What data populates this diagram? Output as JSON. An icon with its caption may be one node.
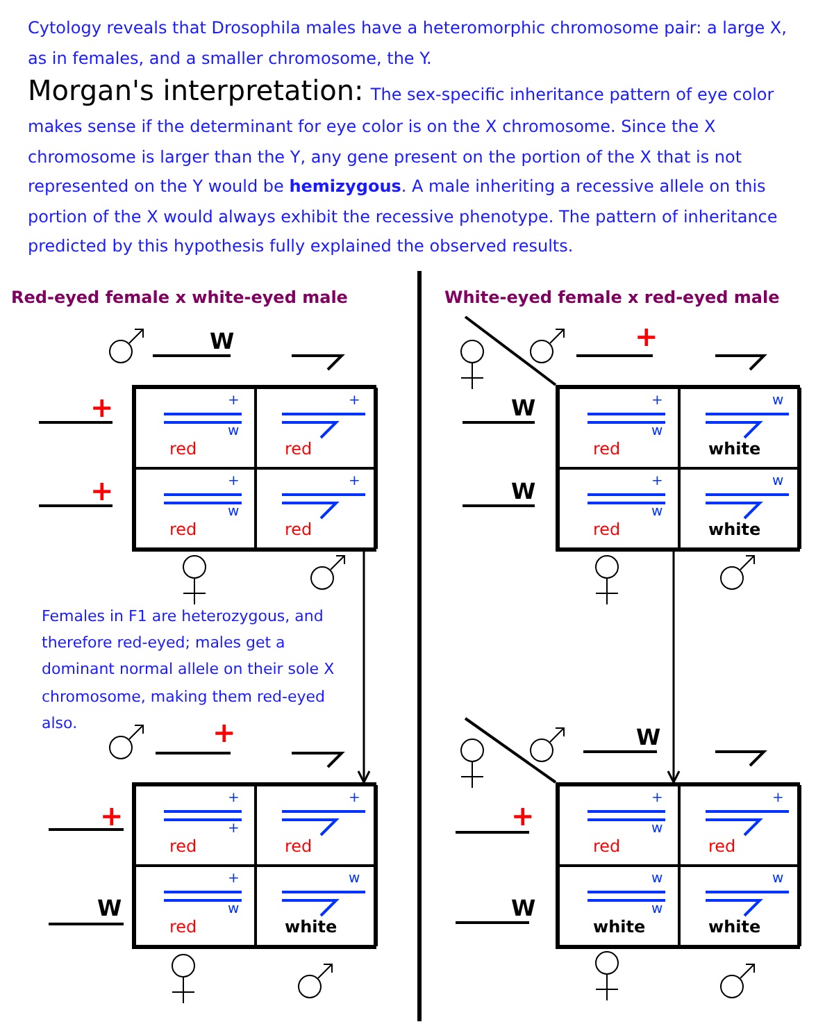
{
  "diagram": {
    "nodes": [
      {
        "text": [],
        "shape": "box"
      },
      {
        "text": [
          "+",
          "w",
          "red"
        ],
        "in": 0
      },
      {
        "text": [
          "+",
          "red"
        ],
        "in": 0
      },
      {
        "text": [
          "+",
          "w",
          "red"
        ],
        "in": 0
      },
      {
        "text": [
          "+",
          "red"
        ],
        "in": 0
      },
      {
        "text": [],
        "shape": "box"
      },
      {
        "text": [
          "+",
          "w",
          "red"
        ],
        "in": 5
      },
      {
        "text": [
          "w",
          "white"
        ],
        "in": 5
      },
      {
        "text": [
          "+",
          "w",
          "red"
        ],
        "in": 5
      },
      {
        "text": [
          "w",
          "white"
        ],
        "in": 5
      },
      {
        "text": [],
        "shape": "box"
      },
      {
        "text": [
          "+",
          "+",
          "red"
        ],
        "in": 10
      },
      {
        "text": [
          "+",
          "red"
        ],
        "in": 10
      },
      {
        "text": [
          "+",
          "w",
          "red"
        ],
        "in": 10
      },
      {
        "text": [
          "w",
          "white"
        ],
        "in": 10
      },
      {
        "text": [],
        "shape": "box"
      },
      {
        "text": [
          "+",
          "w",
          "red"
        ],
        "in": 15
      },
      {
        "text": [
          "+",
          "red"
        ],
        "in": 15
      },
      {
        "text": [
          "w",
          "w",
          "white"
        ],
        "in": 15
      },
      {
        "text": [
          "w",
          "white"
        ],
        "in": 15
      }
    ],
    "edges": [
      {
        "from": 0,
        "to": 10,
        "arrow": "to"
      },
      {
        "from": 5,
        "to": 15,
        "arrow": "to"
      }
    ],
    "labels": [
      "Cytology reveals that  Drosophila males have a heteromorphic chromosome pair: a large X, as in females, and a smaller chromosome, the Y.",
      "Morgan's interpretation:",
      "The sex-specific inheritance pattern of eye color makes sense if the determinant for eye color is on the X chromosome.  Since the X chromosome is larger than the Y, any gene present on the portion of the X that is not represented on the Y would be **hemizygous**.  A male inheriting a recessive allele on this portion of the X would always exhibit the recessive phenotype.  The pattern of inheritance predicted by this hypothesis fully explained the observed results.",
      "Red-eyed female x white-eyed male",
      "White-eyed female x red-eyed male",
      "W",
      "+",
      "+",
      "W",
      "+",
      "W",
      "Females in F1 are heterozygous, and therefore red-eyed; males get a dominant normal allele on their sole X chromosome, making them red-eyed also.",
      "+",
      "W",
      "+",
      "+",
      "W",
      "W"
    ]
  }
}
